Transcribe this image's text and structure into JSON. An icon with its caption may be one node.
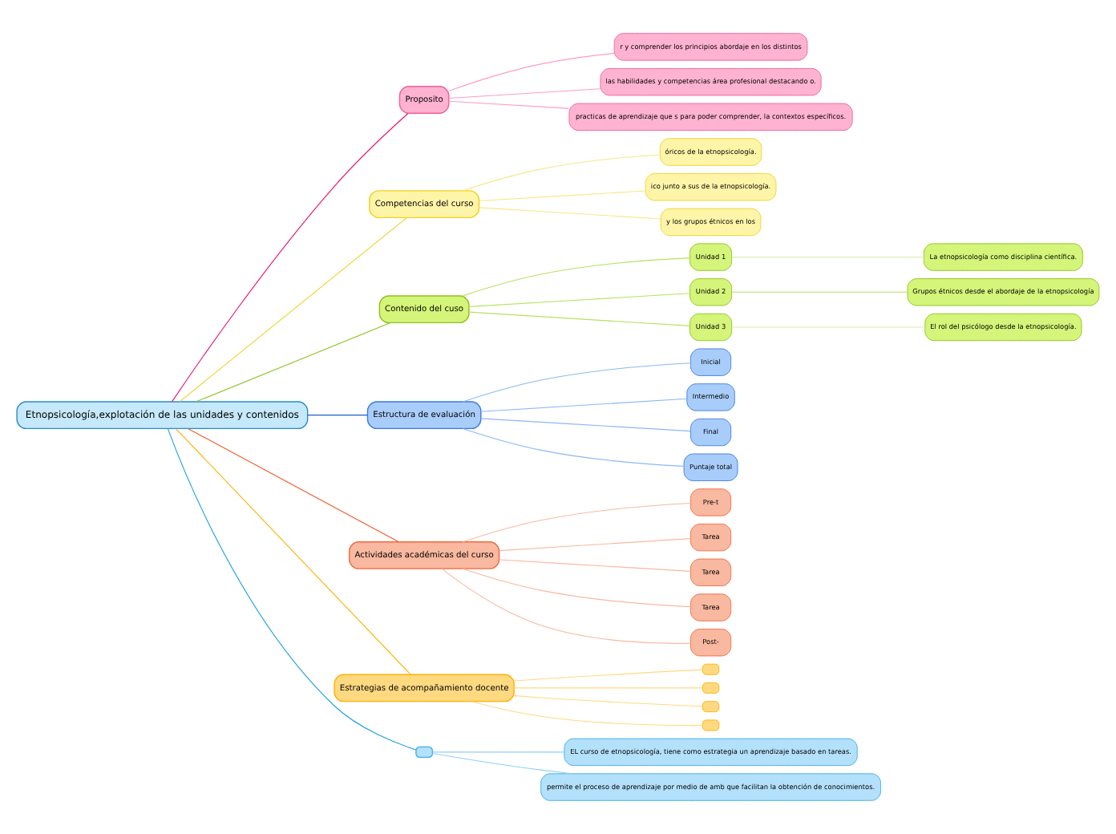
{
  "diagram": {
    "nodes": [
      {
        "text": [
          "Etnopsicología,explotación de las unidades y contenidos"
        ]
      },
      {
        "text": [
          "Proposito"
        ]
      },
      {
        "text": [
          "r y comprender los principios abordaje en los distintos"
        ]
      },
      {
        "text": [
          "las habilidades y competencias área profesional destacando o."
        ]
      },
      {
        "text": [
          "practicas de aprendizaje que s para poder comprender, la contextos específicos."
        ]
      },
      {
        "text": [
          "Competencias del curso"
        ]
      },
      {
        "text": [
          "óricos de la etnopsicología."
        ]
      },
      {
        "text": [
          "ico junto a sus de la etnopsicología."
        ]
      },
      {
        "text": [
          "y los grupos étnicos en los"
        ]
      },
      {
        "text": [
          "Contenido del cuso"
        ]
      },
      {
        "text": [
          "Unidad 1"
        ]
      },
      {
        "text": [
          "La etnopsicología como disciplina científica."
        ]
      },
      {
        "text": [
          "Unidad 2"
        ]
      },
      {
        "text": [
          "Grupos étnicos desde el abordaje de la etnopsicología"
        ]
      },
      {
        "text": [
          "Unidad 3"
        ]
      },
      {
        "text": [
          "El rol del psicólogo desde la etnopsicología."
        ]
      },
      {
        "text": [
          "Estructura de evaluación"
        ]
      },
      {
        "text": [
          "Inicial"
        ]
      },
      {
        "text": [
          "Intermedio"
        ]
      },
      {
        "text": [
          "Final"
        ]
      },
      {
        "text": [
          "Puntaje total"
        ]
      },
      {
        "text": [
          "Actividades académicas del curso"
        ]
      },
      {
        "text": [
          "Pre-t"
        ]
      },
      {
        "text": [
          "Tarea"
        ]
      },
      {
        "text": [
          "Tarea"
        ]
      },
      {
        "text": [
          "Tarea"
        ]
      },
      {
        "text": [
          "Post-"
        ]
      },
      {
        "text": [
          "Estrategias de acompañamiento docente"
        ]
      },
      {
        "text": [],
        "shape": "box"
      },
      {
        "text": [],
        "shape": "box"
      },
      {
        "text": [],
        "shape": "box"
      },
      {
        "text": [],
        "shape": "box"
      },
      {
        "text": [],
        "shape": "box"
      },
      {
        "text": [
          "EL curso de etnopsicología, tiene como estrategia un aprendizaje basado en tareas."
        ]
      },
      {
        "text": [
          "permite el proceso de aprendizaje por medio de amb que facilitan la obtención de conocimientos."
        ]
      }
    ],
    "edges": [
      {
        "from": 0,
        "to": 1,
        "arrow": "none",
        "color": "#e8106e"
      },
      {
        "from": 1,
        "to": 2,
        "arrow": "none",
        "color": "#ff9cc6"
      },
      {
        "from": 1,
        "to": 3,
        "arrow": "none",
        "color": "#ff9cc6"
      },
      {
        "from": 1,
        "to": 4,
        "arrow": "none",
        "color": "#ff9cc6"
      },
      {
        "from": 0,
        "to": 5,
        "arrow": "none",
        "color": "#f0d020"
      },
      {
        "from": 5,
        "to": 6,
        "arrow": "none",
        "color": "#f7e78a"
      },
      {
        "from": 5,
        "to": 7,
        "arrow": "none",
        "color": "#f7e78a"
      },
      {
        "from": 5,
        "to": 8,
        "arrow": "none",
        "color": "#f7e78a"
      },
      {
        "from": 0,
        "to": 9,
        "arrow": "none",
        "color": "#8cc21a"
      },
      {
        "from": 9,
        "to": 10,
        "arrow": "none",
        "color": "#b8e060"
      },
      {
        "from": 10,
        "to": 11,
        "arrow": "none",
        "color": "#d8eeb0"
      },
      {
        "from": 9,
        "to": 12,
        "arrow": "none",
        "color": "#b8e060"
      },
      {
        "from": 12,
        "to": 13,
        "arrow": "none",
        "color": "#b8e060"
      },
      {
        "from": 9,
        "to": 14,
        "arrow": "none",
        "color": "#b8e060"
      },
      {
        "from": 14,
        "to": 15,
        "arrow": "none",
        "color": "#d8eeb0"
      },
      {
        "from": 0,
        "to": 16,
        "arrow": "none",
        "color": "#1a5fc8"
      },
      {
        "from": 16,
        "to": 17,
        "arrow": "none",
        "color": "#8ab8f5"
      },
      {
        "from": 16,
        "to": 18,
        "arrow": "none",
        "color": "#8ab8f5"
      },
      {
        "from": 16,
        "to": 19,
        "arrow": "none",
        "color": "#8ab8f5"
      },
      {
        "from": 16,
        "to": 20,
        "arrow": "none",
        "color": "#8ab8f5"
      },
      {
        "from": 0,
        "to": 21,
        "arrow": "none",
        "color": "#f05a28"
      },
      {
        "from": 21,
        "to": 22,
        "arrow": "none",
        "color": "#f9b8a0"
      },
      {
        "from": 21,
        "to": 23,
        "arrow": "none",
        "color": "#f9b8a0"
      },
      {
        "from": 21,
        "to": 24,
        "arrow": "none",
        "color": "#f9b8a0"
      },
      {
        "from": 21,
        "to": 25,
        "arrow": "none",
        "color": "#f9b8a0"
      },
      {
        "from": 21,
        "to": 26,
        "arrow": "none",
        "color": "#f9b8a0"
      },
      {
        "from": 0,
        "to": 27,
        "arrow": "none",
        "color": "#ffb000"
      },
      {
        "from": 27,
        "to": 28,
        "arrow": "none",
        "color": "#ffd980"
      },
      {
        "from": 27,
        "to": 29,
        "arrow": "none",
        "color": "#ffd980"
      },
      {
        "from": 27,
        "to": 30,
        "arrow": "none",
        "color": "#ffd980"
      },
      {
        "from": 27,
        "to": 31,
        "arrow": "none",
        "color": "#ffd980"
      },
      {
        "from": 0,
        "to": 32,
        "arrow": "none",
        "color": "#1aa0e0"
      },
      {
        "from": 32,
        "to": 33,
        "arrow": "none",
        "color": "#8fd0f5"
      },
      {
        "from": 32,
        "to": 34,
        "arrow": "none",
        "color": "#8fd0f5"
      }
    ]
  }
}
